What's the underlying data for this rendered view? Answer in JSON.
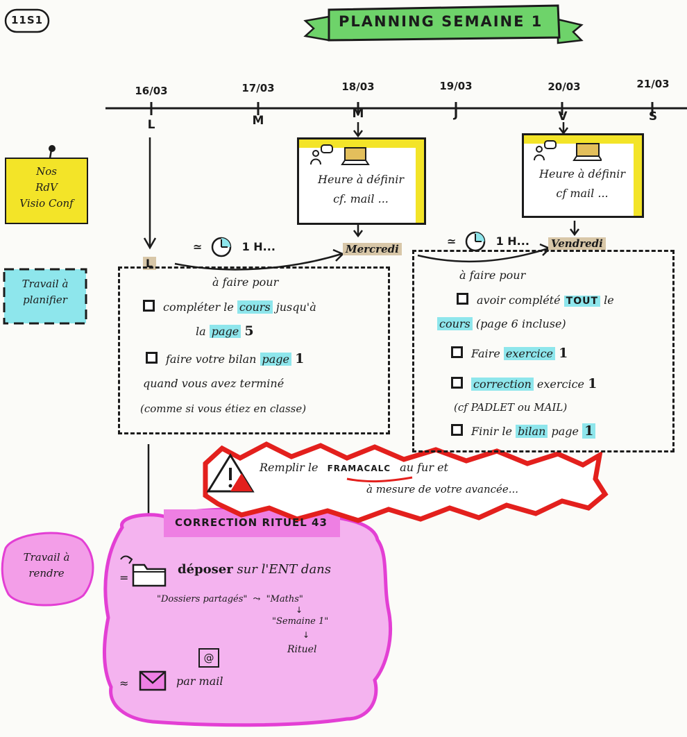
{
  "page": {
    "badge": "11S1",
    "title": "PLANNING SEMAINE 1"
  },
  "timeline": {
    "dates": [
      "16/03",
      "17/03",
      "18/03",
      "19/03",
      "20/03",
      "21/03"
    ],
    "days": [
      "L",
      "M",
      "M",
      "J",
      "V",
      "S"
    ]
  },
  "side": {
    "rdv_lines": [
      "Nos",
      "RdV",
      "Visio Conf"
    ],
    "planifier_lines": [
      "Travail à",
      "planifier"
    ],
    "rendre_lines": [
      "Travail à",
      "rendre"
    ]
  },
  "visio": {
    "wed_lines": [
      "Heure à définir",
      "cf. mail ..."
    ],
    "fri_lines": [
      "Heure à définir",
      "cf mail ..."
    ]
  },
  "segments": {
    "start_label": "L",
    "wed_label": "Mercredi",
    "fri_label": "Vendredi",
    "duration_1": "1 H...",
    "duration_2": "1 H..."
  },
  "week_box_1": {
    "intro": "à faire pour",
    "task1_a": "compléter le",
    "task1_hl": "cours",
    "task1_b": "jusqu'à",
    "task1_c": "la",
    "task1_hl2": "page",
    "task1_num": "5",
    "task2_a": "faire votre bilan",
    "task2_hl": "page",
    "task2_num": "1",
    "task2_b": "quand vous avez terminé",
    "task2_c": "(comme si vous étiez en classe)"
  },
  "week_box_2": {
    "intro": "à faire pour",
    "task1_a": "avoir complété",
    "task1_hl": "TOUT",
    "task1_b": "le",
    "task1_hl2": "cours",
    "task1_c": "(page 6 incluse)",
    "task2_a": "Faire",
    "task2_hl": "exercice",
    "task2_num": "1",
    "task3_hl": "correction",
    "task3_a": "exercice",
    "task3_num": "1",
    "task3_b": "(cf PADLET ou MAIL)",
    "task4_a": "Finir le",
    "task4_hl": "bilan",
    "task4_b": "page",
    "task4_num": "1"
  },
  "warning": {
    "line1_a": "Remplir le",
    "line1_hl": "FRAMACALC",
    "line1_b": "au fur et",
    "line2": "à mesure de votre avancée..."
  },
  "rendre": {
    "title": "CORRECTION RITUEL 43",
    "deposer_a": "déposer",
    "deposer_b": "sur l'ENT dans",
    "path1": "\"Dossiers partagés\"",
    "path2": "\"Maths\"",
    "path3": "\"Semaine 1\"",
    "path4": "Rituel",
    "at_sign": "@",
    "mail": "par mail"
  },
  "colors": {
    "yellow": "#f3e428",
    "blue": "#8ee6ec",
    "green": "#6ed36a",
    "pink": "#f39ee8",
    "pink_edge": "#e33fd4",
    "red": "#e3201d",
    "gold": "#e3bf5c"
  },
  "icons": [
    "person-icon",
    "speech-bubble-icon",
    "laptop-visio-icon",
    "clock-icon",
    "warning-icon",
    "folder-icon",
    "mail-icon"
  ]
}
